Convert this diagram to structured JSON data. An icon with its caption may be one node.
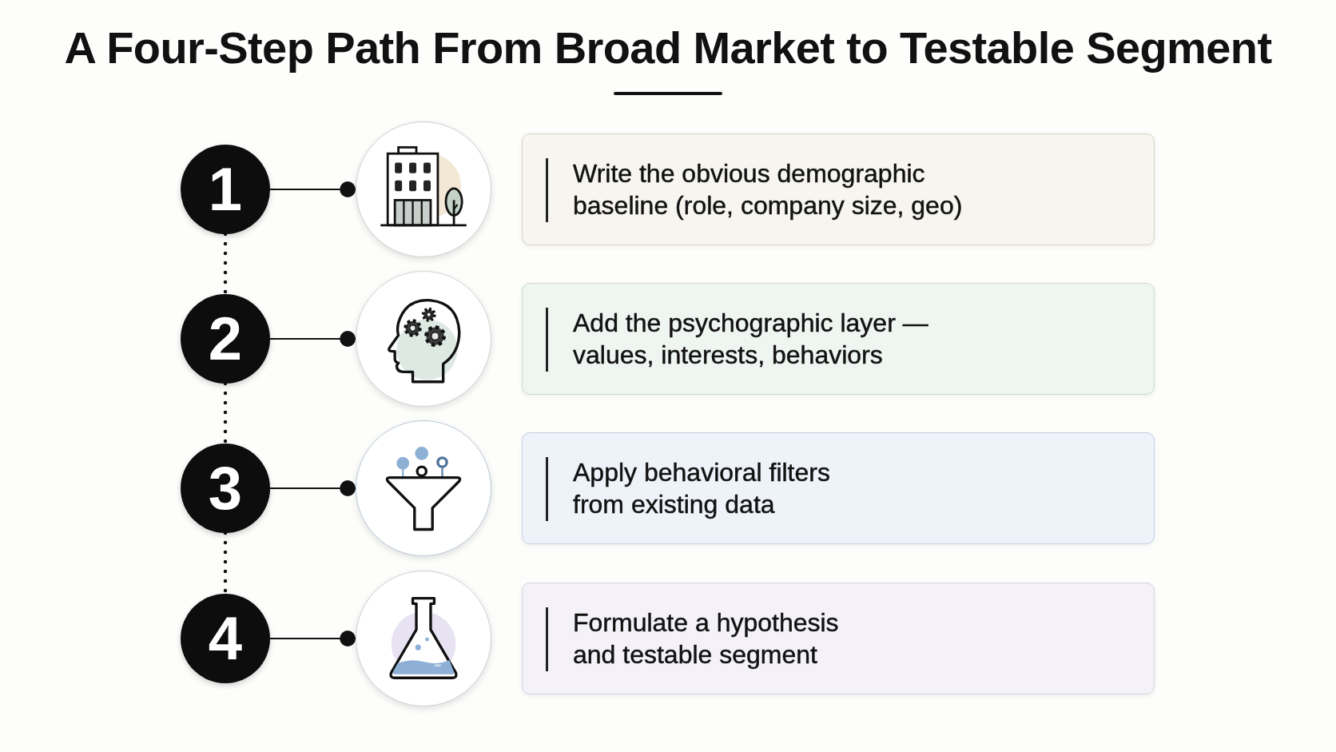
{
  "diagram": {
    "title": "A Four-Step Path From Broad Market to Testable Segment",
    "nodes": [
      {
        "text": [
          "1"
        ]
      },
      {
        "text": [],
        "shape": "circle"
      },
      {
        "text": [
          "Write the obvious demographic baseline (role, company size, geo)"
        ]
      },
      {
        "text": [
          "2"
        ]
      },
      {
        "text": [],
        "shape": "circle"
      },
      {
        "text": [
          "Add the psychographic layer — values, interests, behaviors"
        ]
      },
      {
        "text": [
          "3"
        ]
      },
      {
        "text": [],
        "shape": "circle"
      },
      {
        "text": [
          "Apply behavioral filters from existing data"
        ]
      },
      {
        "text": [
          "4"
        ]
      },
      {
        "text": [],
        "shape": "circle"
      },
      {
        "text": [
          "Formulate a hypothesis and testable segment"
        ]
      }
    ],
    "edges": [
      {
        "from": 0,
        "to": 1,
        "arrow": "other"
      },
      {
        "from": 3,
        "to": 4,
        "arrow": "other"
      },
      {
        "from": 6,
        "to": 7,
        "arrow": "other"
      },
      {
        "from": 9,
        "to": 10,
        "arrow": "other"
      },
      {
        "from": 0,
        "to": 3,
        "arrow": "none",
        "style": "dashed"
      },
      {
        "from": 3,
        "to": 6,
        "arrow": "none",
        "style": "dashed"
      },
      {
        "from": 6,
        "to": 9,
        "arrow": "none",
        "style": "dashed"
      }
    ]
  }
}
